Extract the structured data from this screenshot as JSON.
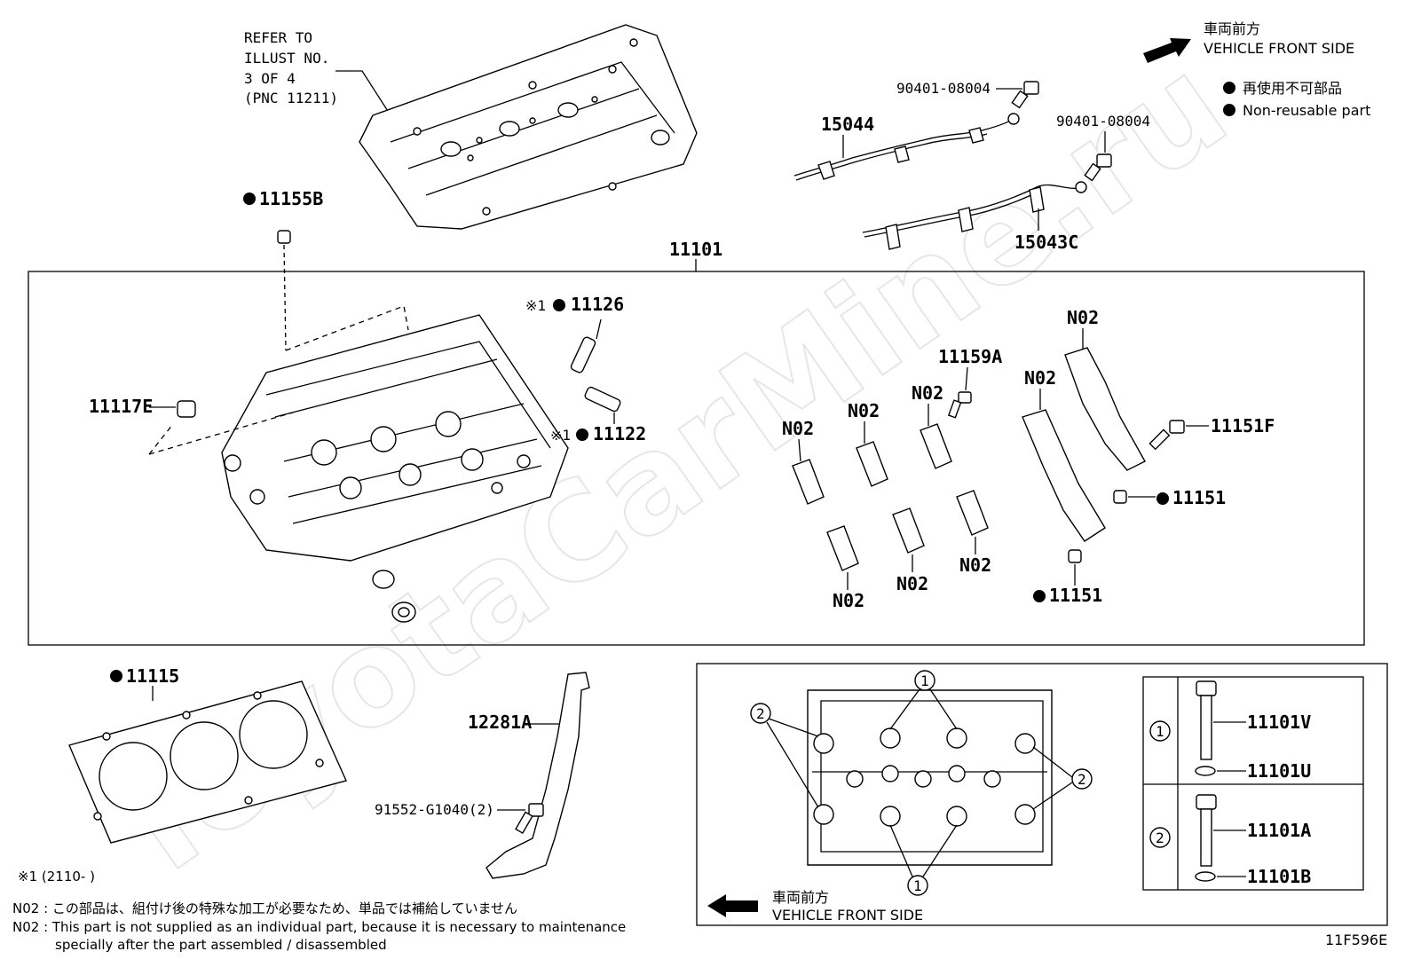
{
  "watermark": "ToyotaCarMine.ru",
  "legend": {
    "front_jp": "車両前方",
    "front_en": "VEHICLE FRONT SIDE",
    "nonreuse_jp": "再使用不可部品",
    "nonreuse_en": "Non-reusable part"
  },
  "refer_note": {
    "line1": "REFER TO",
    "line2": "ILLUST NO.",
    "line3": "3 OF 4",
    "line4": "(PNC 11211)"
  },
  "labels": {
    "p11155B": "11155B",
    "p90401a": "90401-08004",
    "p90401b": "90401-08004",
    "p15044": "15044",
    "p15043C": "15043C",
    "p11101": "11101",
    "p11126": "11126",
    "p11122": "11122",
    "p11117E": "11117E",
    "p11159A": "11159A",
    "p11151F": "11151F",
    "p11151a": "11151",
    "p11151b": "11151",
    "n02": "N02",
    "p11115": "11115",
    "p12281A": "12281A",
    "p91552": "91552-G1040(2)",
    "p11101V": "11101V",
    "p11101U": "11101U",
    "p11101A": "11101A",
    "p11101B": "11101B",
    "circ1": "1",
    "circ2": "2",
    "ref_mark": "※1",
    "inset_front_jp": "車両前方",
    "inset_front_en": "VEHICLE FRONT SIDE"
  },
  "footnotes": {
    "ref": "※1 (2110-      )",
    "n02_jp": "N02 : この部品は、組付け後の特殊な加工が必要なため、単品では補給していません",
    "n02_en1": "N02 : This part is not supplied as an individual part, because it is necessary to maintenance",
    "n02_en2": "specially after the part assembled / disassembled"
  },
  "figure_code": "11F596E"
}
